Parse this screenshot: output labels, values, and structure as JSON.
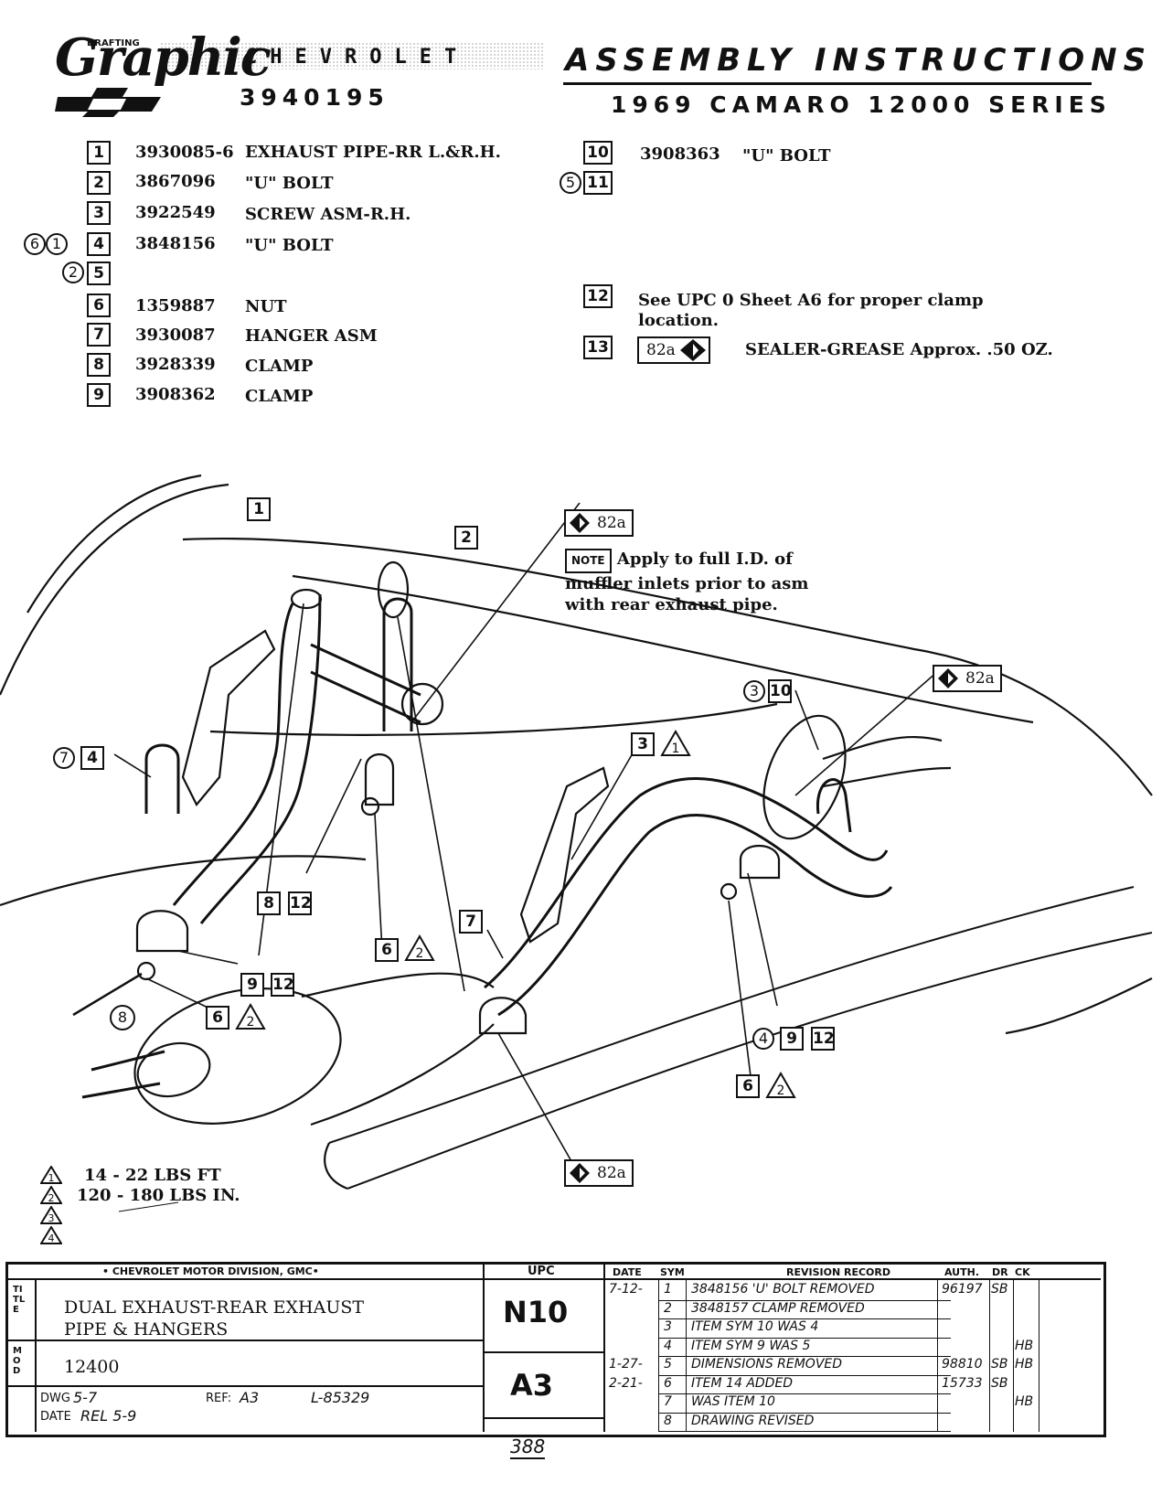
{
  "header": {
    "logo_script": "Graphic",
    "logo_small": "DRAFTING",
    "brand_word": "CHEVROLET",
    "doc_number": "3940195",
    "title": "ASSEMBLY INSTRUCTIONS",
    "subtitle": "1969 CAMARO 12000 SERIES"
  },
  "parts_left": [
    {
      "num": "1",
      "part": "3930085-6",
      "desc": "EXHAUST PIPE-RR L.&R.H."
    },
    {
      "num": "2",
      "part": "3867096",
      "desc": "\"U\" BOLT"
    },
    {
      "num": "3",
      "part": "3922549",
      "desc": "SCREW ASM-R.H."
    },
    {
      "num": "4",
      "part": "3848156",
      "desc": "\"U\" BOLT"
    },
    {
      "num": "5",
      "part": "",
      "desc": ""
    },
    {
      "num": "6",
      "part": "1359887",
      "desc": "NUT"
    },
    {
      "num": "7",
      "part": "3930087",
      "desc": "HANGER ASM"
    },
    {
      "num": "8",
      "part": "3928339",
      "desc": "CLAMP"
    },
    {
      "num": "9",
      "part": "3908362",
      "desc": "CLAMP"
    }
  ],
  "row_circles": {
    "r4": [
      "6",
      "1"
    ],
    "r5": [
      "2"
    ],
    "r11": [
      "5"
    ]
  },
  "parts_right": [
    {
      "num": "10",
      "part": "3908363",
      "desc": "\"U\" BOLT"
    },
    {
      "num": "11",
      "part": "",
      "desc": ""
    },
    {
      "num": "12",
      "desc": "See UPC 0 Sheet A6 for proper clamp",
      "desc2": "location."
    },
    {
      "num": "13",
      "tag": "82a",
      "desc": "SEALER-GREASE  Approx.  .50 OZ."
    }
  ],
  "diagram": {
    "tag_82a": "82a",
    "note_tag": "NOTE",
    "note_text": "Apply to full I.D. of muffler inlets prior to asm with rear exhaust pipe.",
    "callouts": {
      "c1": "1",
      "c2": "2",
      "c3": "3",
      "c3b": "3",
      "c10": "10",
      "c7a": "7",
      "c4a": "4",
      "c8": "8",
      "c12a": "12",
      "c6a": "6",
      "c7b": "7",
      "c9": "9",
      "c12b": "12",
      "c8b": "8",
      "c6b": "6",
      "c4b": "4",
      "c9b": "9",
      "c12c": "12",
      "c6c": "6",
      "t1": "1",
      "t2": "2"
    }
  },
  "torque": [
    {
      "mark": "1",
      "spec": "14 - 22   LBS FT"
    },
    {
      "mark": "2",
      "spec": "120 - 180  LBS IN."
    },
    {
      "mark": "3",
      "spec": ""
    },
    {
      "mark": "4",
      "spec": ""
    }
  ],
  "title_block": {
    "division": "• CHEVROLET  MOTOR  DIVISION,  GMC•",
    "upc_label": "UPC",
    "date_label": "DATE",
    "sym_label": "SYM",
    "revision_label": "REVISION RECORD",
    "auth_label": "AUTH.",
    "dr_label": "DR",
    "ck_label": "CK",
    "title_line1": "DUAL EXHAUST-REAR EXHAUST",
    "title_line2": "PIPE & HANGERS",
    "title_side": "TITLE",
    "model_side": "MOD",
    "model": "12400",
    "upc": "N10",
    "sheet": "A3",
    "dwg_label": "DWG",
    "dwg_value": "5-7",
    "date_row_label": "DATE",
    "date_row_value": "REL 5-9",
    "ref_label": "REF:",
    "ref_value": "A3",
    "l_number": "L-85329",
    "revisions": [
      {
        "date": "7-12-",
        "sym": "1",
        "text": "3848156 'U' BOLT  REMOVED",
        "auth": "96197",
        "dr": "SB",
        "ck": ""
      },
      {
        "date": "",
        "sym": "2",
        "text": "3848157  CLAMP  REMOVED",
        "auth": "",
        "dr": "",
        "ck": ""
      },
      {
        "date": "",
        "sym": "3",
        "text": "ITEM SYM 10 WAS 4",
        "auth": "",
        "dr": "",
        "ck": ""
      },
      {
        "date": "",
        "sym": "4",
        "text": "ITEM  SYM 9 WAS 5",
        "auth": "",
        "dr": "",
        "ck": "HB"
      },
      {
        "date": "1-27-",
        "sym": "5",
        "text": "DIMENSIONS  REMOVED",
        "auth": "98810",
        "dr": "SB",
        "ck": "HB"
      },
      {
        "date": "2-21-",
        "sym": "6",
        "text": "ITEM 14 ADDED",
        "auth": "15733",
        "dr": "SB",
        "ck": ""
      },
      {
        "date": "",
        "sym": "7",
        "text": "WAS ITEM 10",
        "auth": "",
        "dr": "",
        "ck": "HB"
      },
      {
        "date": "",
        "sym": "8",
        "text": "DRAWING  REVISED",
        "auth": "",
        "dr": "",
        "ck": ""
      }
    ],
    "page_number": "388"
  }
}
